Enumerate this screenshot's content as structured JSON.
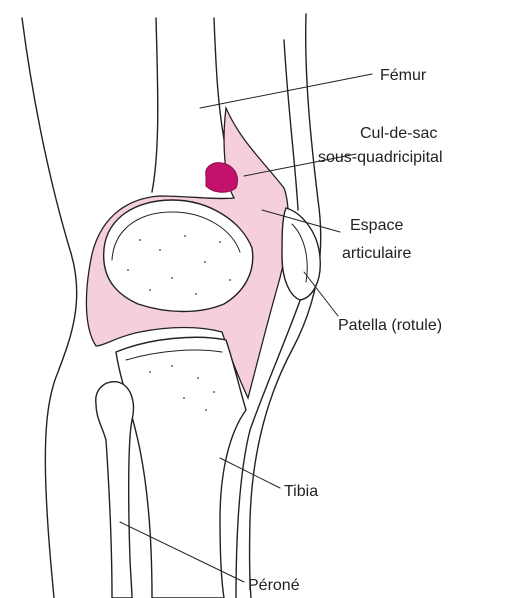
{
  "colors": {
    "synovial_fill": "#f6cfdc",
    "bursa_fill": "#c2126b",
    "line": "#222222",
    "background": "#ffffff"
  },
  "labels": {
    "femur": "Fémur",
    "cul_de_sac_line1": "Cul-de-sac",
    "cul_de_sac_line2": "sous-quadricipital",
    "espace_line1": "Espace",
    "espace_line2": "articulaire",
    "patella": "Patella (rotule)",
    "tibia": "Tibia",
    "perone": "Péroné"
  }
}
